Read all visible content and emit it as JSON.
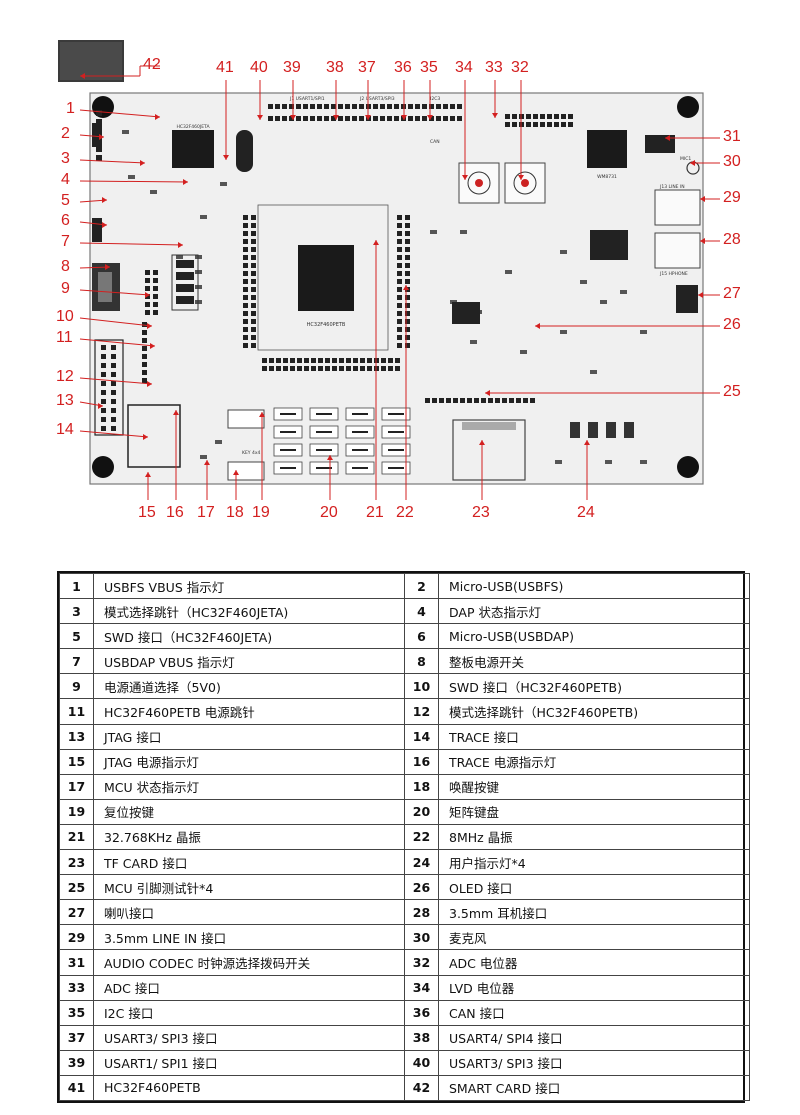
{
  "labels": {
    "smart_card_no": "42",
    "left_callouts": [
      "1",
      "2",
      "3",
      "4",
      "5",
      "6",
      "7",
      "8",
      "9",
      "10",
      "11",
      "12",
      "13",
      "14"
    ],
    "top_callouts": [
      "41",
      "40",
      "39",
      "38",
      "37",
      "36",
      "35",
      "34",
      "33",
      "32"
    ],
    "right_callouts": [
      "31",
      "30",
      "29",
      "28",
      "27",
      "26",
      "25"
    ],
    "bottom_callouts": [
      "15",
      "16",
      "17",
      "18",
      "19",
      "20",
      "21",
      "22",
      "23",
      "24"
    ]
  },
  "board_text": {
    "mcu_main": "HC32F460PETB",
    "mcu_dap": "HC32F460JETA",
    "headers_top": [
      "J1 USART1/SPI1",
      "J2 USART3/SPI3",
      "I2C3",
      "CAN"
    ],
    "right_jacks": [
      "J13 LINE IN",
      "J15 HPHONE"
    ],
    "kbd": "KEY 4x4",
    "audio": "WM8731",
    "mic": "MIC1"
  },
  "legend": [
    [
      "1",
      "USBFS VBUS 指示灯",
      "2",
      "Micro-USB(USBFS)"
    ],
    [
      "3",
      "模式选择跳针（HC32F460JETA)",
      "4",
      "DAP 状态指示灯"
    ],
    [
      "5",
      "SWD 接口（HC32F460JETA)",
      "6",
      "Micro-USB(USBDAP)"
    ],
    [
      "7",
      "USBDAP VBUS 指示灯",
      "8",
      "整板电源开关"
    ],
    [
      "9",
      "电源通道选择（5V0)",
      "10",
      "SWD 接口（HC32F460PETB)"
    ],
    [
      "11",
      "HC32F460PETB 电源跳针",
      "12",
      "模式选择跳针（HC32F460PETB)"
    ],
    [
      "13",
      "JTAG 接口",
      "14",
      "TRACE 接口"
    ],
    [
      "15",
      "JTAG 电源指示灯",
      "16",
      "TRACE 电源指示灯"
    ],
    [
      "17",
      "MCU 状态指示灯",
      "18",
      "唤醒按键"
    ],
    [
      "19",
      "复位按键",
      "20",
      "矩阵键盘"
    ],
    [
      "21",
      "32.768KHz 晶振",
      "22",
      "8MHz 晶振"
    ],
    [
      "23",
      "TF CARD 接口",
      "24",
      "用户指示灯*4"
    ],
    [
      "25",
      "MCU 引脚测试针*4",
      "26",
      "OLED 接口"
    ],
    [
      "27",
      "喇叭接口",
      "28",
      "3.5mm 耳机接口"
    ],
    [
      "29",
      "3.5mm LINE IN 接口",
      "30",
      "麦克风"
    ],
    [
      "31",
      "AUDIO CODEC 时钟源选择拨码开关",
      "32",
      "ADC 电位器"
    ],
    [
      "33",
      "ADC 接口",
      "34",
      "LVD 电位器"
    ],
    [
      "35",
      "I2C 接口",
      "36",
      "CAN 接口"
    ],
    [
      "37",
      "USART3/ SPI3 接口",
      "38",
      "USART4/ SPI4 接口"
    ],
    [
      "39",
      "USART1/ SPI1 接口",
      "40",
      "USART3/ SPI3 接口"
    ],
    [
      "41",
      "HC32F460PETB",
      "42",
      "SMART CARD 接口"
    ]
  ],
  "colors": {
    "callout": "#d32020",
    "board": "#f2f2f2",
    "line": "#d32020"
  }
}
